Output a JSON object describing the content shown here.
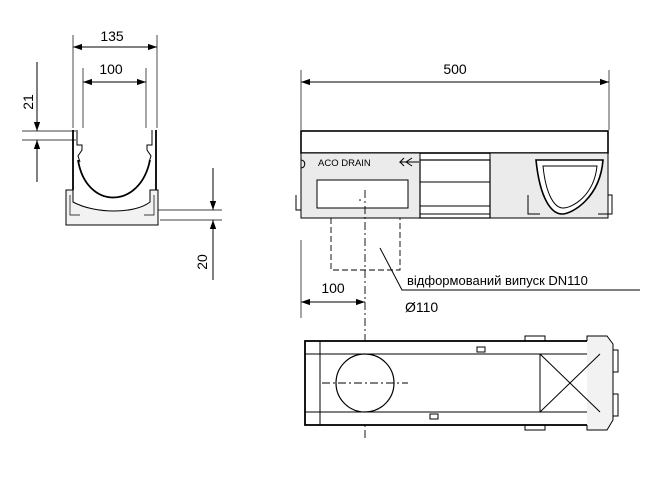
{
  "dimensions": {
    "profile_outer_width": "135",
    "profile_inner_width": "100",
    "profile_rim_height": "21",
    "profile_base_height": "20",
    "channel_length": "500",
    "outlet_offset": "100"
  },
  "labels": {
    "brand": "ACO DRAIN",
    "outlet_note": "відформований випуск DN110",
    "outlet_diameter": "Ø110"
  }
}
